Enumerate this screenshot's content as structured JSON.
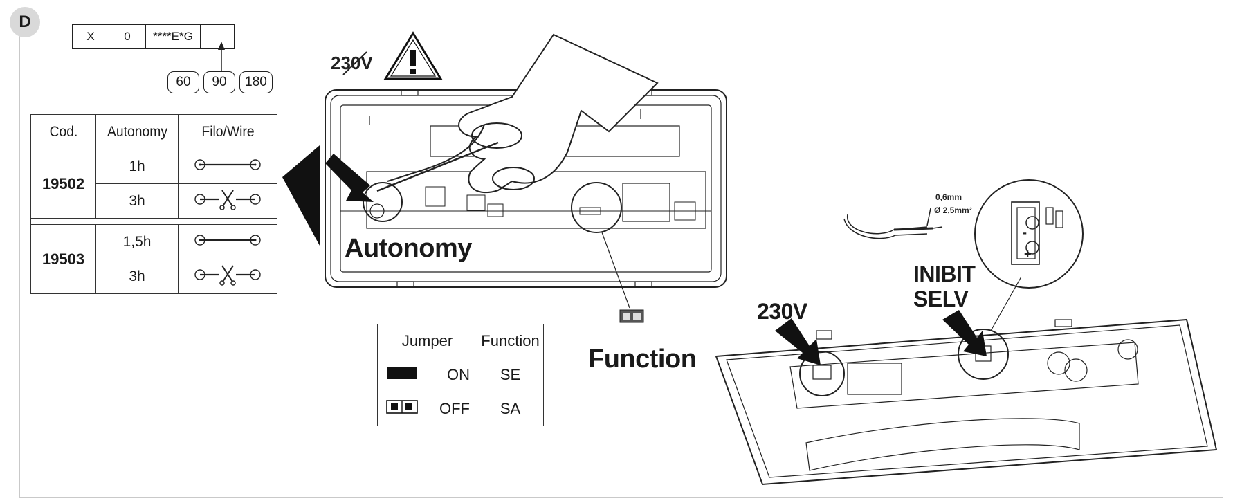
{
  "section_badge": "D",
  "product_code": {
    "cells": [
      "X",
      "0",
      "****E*G",
      ""
    ]
  },
  "autonomy_options": [
    "60",
    "90",
    "180"
  ],
  "autonomy_table": {
    "headers": [
      "Cod.",
      "Autonomy",
      "Filo/Wire"
    ],
    "groups": [
      {
        "code": "19502",
        "rows": [
          {
            "autonomy": "1h",
            "wire": "intact"
          },
          {
            "autonomy": "3h",
            "wire": "cut"
          }
        ]
      },
      {
        "code": "19503",
        "rows": [
          {
            "autonomy": "1,5h",
            "wire": "intact"
          },
          {
            "autonomy": "3h",
            "wire": "cut"
          }
        ]
      }
    ]
  },
  "voltage_crossed_label": "230V",
  "autonomy_label": "Autonomy",
  "function_label": "Function",
  "jumper_table": {
    "headers": [
      "Jumper",
      "Function"
    ],
    "rows": [
      {
        "state": "ON",
        "function": "SE"
      },
      {
        "state": "OFF",
        "function": "SA"
      }
    ]
  },
  "wire_spec": {
    "diameter": "0,6mm",
    "section": "Ø 2,5mm²"
  },
  "voltage_label": "230V",
  "inhibit_label_line1": "INIBIT",
  "inhibit_label_line2": "SELV",
  "terminal_minus": "-",
  "terminal_plus": "+"
}
